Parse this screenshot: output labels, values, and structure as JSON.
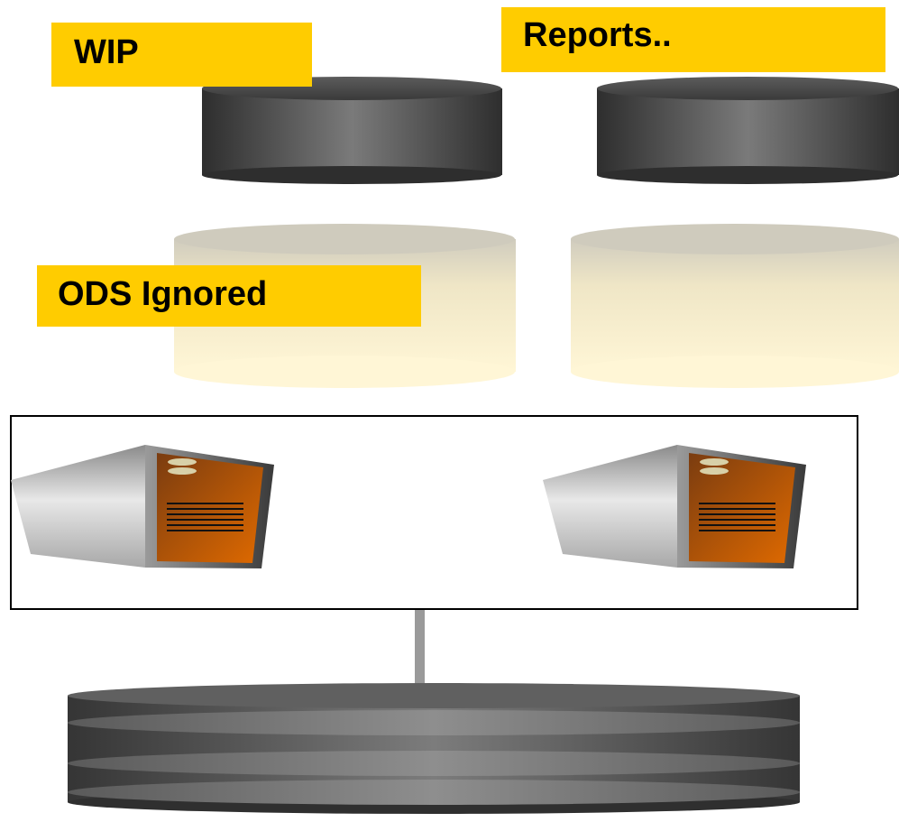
{
  "labels": {
    "wip": "WIP",
    "reports": "Reports..",
    "ods": "ODS  Ignored"
  },
  "colors": {
    "label_background": "#ffcc00",
    "dark_cylinder": "#4a4a4a",
    "light_cylinder": "#fdf3cf",
    "server_panel": "#c85a00",
    "frame_border": "#000000",
    "connector": "#9a9a9a"
  }
}
